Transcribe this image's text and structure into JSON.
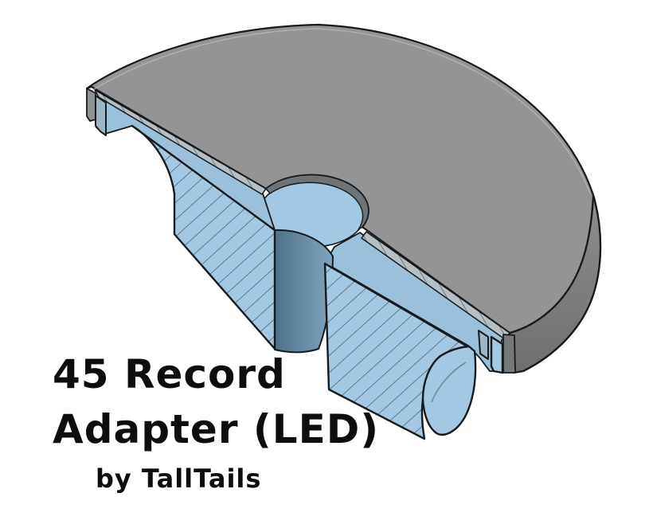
{
  "caption": {
    "line1": "45 Record",
    "line2": "Adapter (LED)",
    "byline": "by TallTails"
  },
  "scene": {
    "kind": "3D CAD cutaway section render of a 45 rpm record adapter disc",
    "background": "#ffffff"
  },
  "colors": {
    "disc_top": "#949494",
    "rim_light": "#8e8e8e",
    "rim_dark": "#6f6f6f",
    "recess_wall": "#6d7377",
    "section_blue": "#a4c8e1",
    "groove_blue": "#9ac0da",
    "hatch_line": "#44576b",
    "plate_cut": "#b6bfc3",
    "tick_line": "#47525c",
    "bore_dark": "#4f7089",
    "bore_light": "#82a5bd",
    "lip_blue": "#9cb6c6",
    "outline": "#161a1d",
    "text": "#0d0d0d"
  }
}
